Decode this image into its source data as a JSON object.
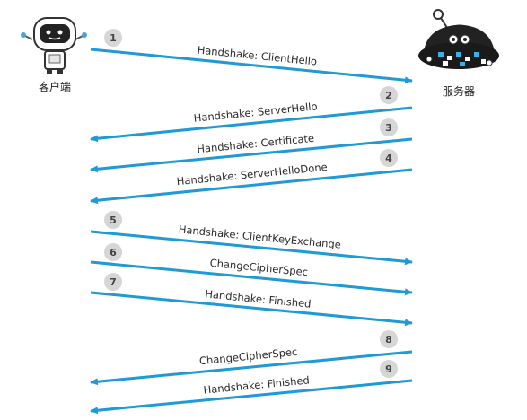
{
  "diagram": {
    "participants": {
      "client": {
        "label": "客户端",
        "icon": "robot-client-icon"
      },
      "server": {
        "label": "服务器",
        "icon": "robot-server-icon"
      }
    },
    "arrow_color": "#1f9ad6",
    "messages": [
      {
        "step": "1",
        "label": "Handshake: ClientHello",
        "direction": "client-to-server"
      },
      {
        "step": "2",
        "label": "Handshake: ServerHello",
        "direction": "server-to-client"
      },
      {
        "step": "3",
        "label": "Handshake: Certificate",
        "direction": "server-to-client"
      },
      {
        "step": "4",
        "label": "Handshake: ServerHelloDone",
        "direction": "server-to-client"
      },
      {
        "step": "5",
        "label": "Handshake: ClientKeyExchange",
        "direction": "client-to-server"
      },
      {
        "step": "6",
        "label": "ChangeCipherSpec",
        "direction": "client-to-server"
      },
      {
        "step": "7",
        "label": "Handshake: Finished",
        "direction": "client-to-server"
      },
      {
        "step": "8",
        "label": "ChangeCipherSpec",
        "direction": "server-to-client"
      },
      {
        "step": "9",
        "label": "Handshake: Finished",
        "direction": "server-to-client"
      }
    ]
  }
}
